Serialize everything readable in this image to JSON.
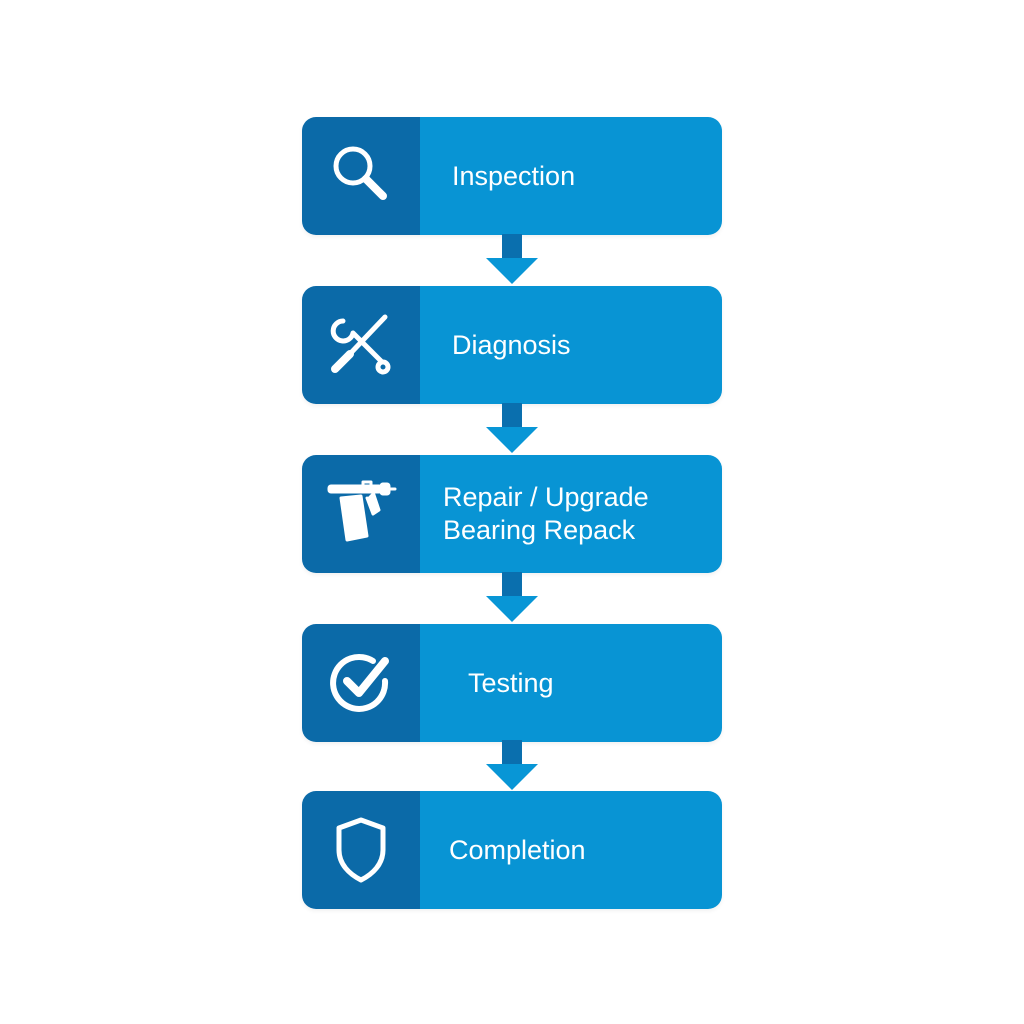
{
  "colors": {
    "icon_panel": "#0b6aa8",
    "label_panel": "#0894d4",
    "connector_stem": "#0a6fae",
    "connector_head": "#0896d6",
    "icon_stroke": "#ffffff",
    "background": "#ffffff"
  },
  "steps": [
    {
      "icon": "magnifying-glass-icon",
      "lines": [
        "Inspection"
      ]
    },
    {
      "icon": "wrench-screwdriver-icon",
      "lines": [
        "Diagnosis"
      ]
    },
    {
      "icon": "grease-gun-icon",
      "lines": [
        "Repair / Upgrade",
        "Bearing Repack"
      ]
    },
    {
      "icon": "check-circle-icon",
      "lines": [
        "Testing"
      ]
    },
    {
      "icon": "shield-icon",
      "lines": [
        "Completion"
      ]
    }
  ],
  "connectors": 4
}
